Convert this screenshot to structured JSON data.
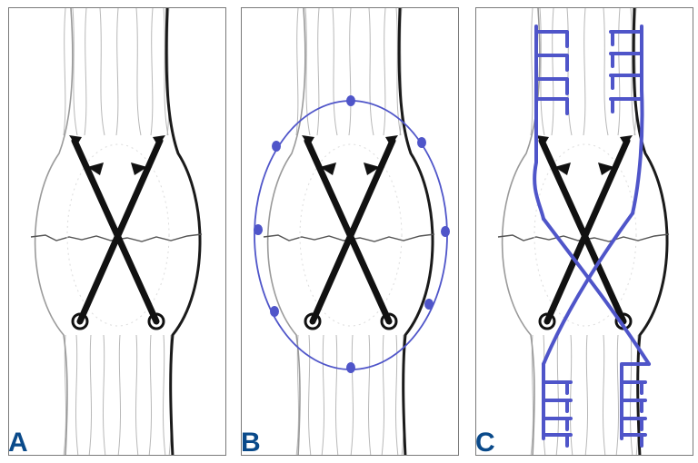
{
  "panels": [
    {
      "label": "A",
      "overlay": "none"
    },
    {
      "label": "B",
      "overlay": "cerclage-loop"
    },
    {
      "label": "C",
      "overlay": "figure-of-eight-sutures"
    }
  ],
  "colors": {
    "bone_outline": "#1a1a1a",
    "wire": "#111111",
    "suture": "#4f55c9",
    "label": "#0a4a8a",
    "frame": "#7a7a7a"
  }
}
